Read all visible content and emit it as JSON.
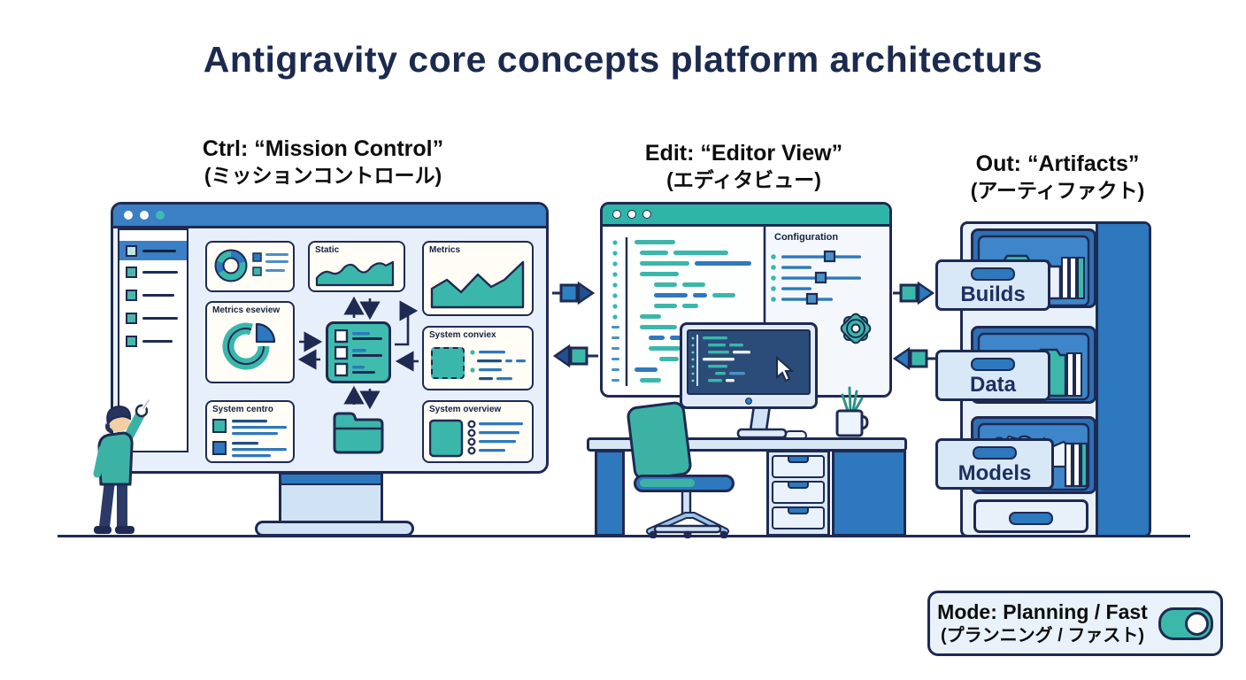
{
  "title": "Antigravity core concepts platform architecturs",
  "sections": {
    "ctrl": {
      "title": "Ctrl: “Mission Control”",
      "subtitle": "(ミッションコントロール)"
    },
    "edit": {
      "title": "Edit: “Editor View”",
      "subtitle": "(エディタビュー)"
    },
    "out": {
      "title": "Out: “Artifacts”",
      "subtitle": "(アーティファクト)"
    }
  },
  "mission_control": {
    "cards": {
      "static": "Static",
      "metrics": "Metrics",
      "metrics_eseview": "Metrics eseview",
      "system_conviex": "System conviex",
      "system_centro": "System centro",
      "system_overview": "System overview"
    }
  },
  "editor_view": {
    "config_title": "Configuration"
  },
  "artifacts": {
    "drawers": {
      "builds": "Builds",
      "data": "Data",
      "models": "Models"
    }
  },
  "mode": {
    "title": "Mode: Planning / Fast",
    "subtitle": "(プランニング / ファスト)",
    "state": "on"
  },
  "icons": {
    "gear_icon": "gear",
    "folder_icon": "folder",
    "cursor_icon": "mouse-pointer",
    "window_dots": "window-controls",
    "toggle_icon": "switch-on"
  },
  "colors": {
    "navy": "#1e2a52",
    "blue": "#2e78bd",
    "teal": "#3ab7aa",
    "light_blue": "#d9e8f7",
    "screen_dark": "#2b4c78"
  }
}
